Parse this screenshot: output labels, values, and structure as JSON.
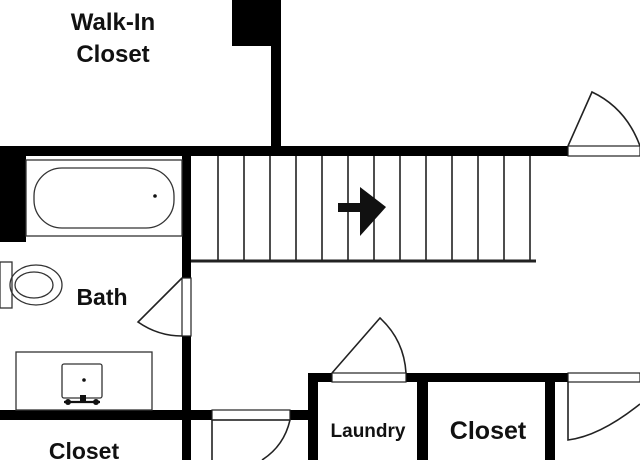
{
  "rooms": {
    "walk_in_closet": {
      "line1": "Walk-In",
      "line2": "Closet"
    },
    "bath": {
      "label": "Bath"
    },
    "closet_bottom_left": {
      "label": "Closet"
    },
    "laundry": {
      "label": "Laundry"
    },
    "closet_bottom_mid": {
      "label": "Closet"
    }
  },
  "colors": {
    "wall": "#000000",
    "line": "#222222",
    "background": "#ffffff"
  },
  "icons": {
    "stair_direction": "arrow-right-icon"
  }
}
